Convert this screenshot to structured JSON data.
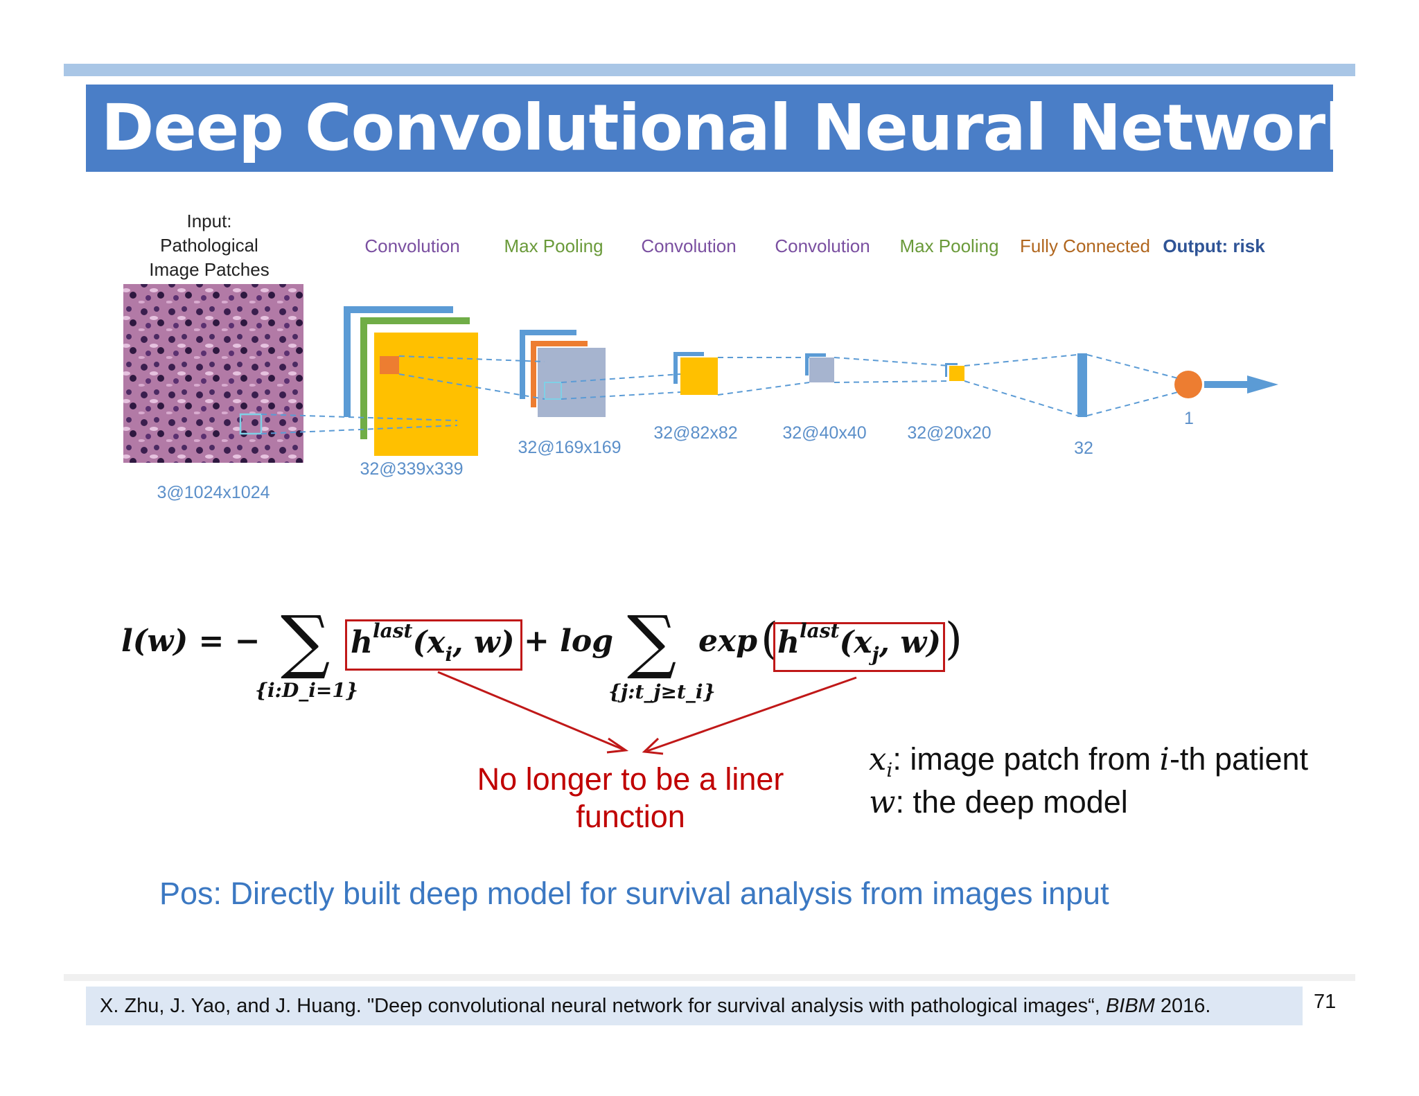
{
  "slide": {
    "title": "Deep Convolutional Neural Network",
    "page_number": "71"
  },
  "diagram": {
    "input_label_lines": [
      "Input:",
      "Pathological",
      "Image Patches"
    ],
    "stage_labels": [
      "Convolution",
      "Max Pooling",
      "Convolution",
      "Convolution",
      "Max Pooling",
      "Fully Connected",
      "Output: risk"
    ],
    "sizes": [
      "3@1024x1024",
      "32@339x339",
      "32@169x169",
      "32@82x82",
      "32@40x40",
      "32@20x20",
      "32",
      "1"
    ],
    "colors": {
      "convolution_label": "#7a4fa0",
      "pooling_label": "#6a9a3a",
      "fc_label": "#b0661e",
      "output_label": "#2f5496",
      "size_label": "#5b8fc9",
      "blue_layer": "#5b9bd5",
      "green_layer": "#70ad47",
      "yellow_layer": "#ffc000",
      "orange_layer": "#ed7d31",
      "gray_layer": "#a6b4cf",
      "output_node": "#ed7d31"
    }
  },
  "formula": {
    "lhs": "l(w) = −",
    "h": "h",
    "last": "last",
    "args_i": "(x",
    "sub_i": "i",
    "args_tail": ", w)",
    "plus_log": "+ log",
    "exp": "exp",
    "args_j": "(x",
    "sub_j": "j",
    "sum_symbol": "∑",
    "limit1": "{i:D_i=1}",
    "limit2": "{j:t_j≥t_i}"
  },
  "annotation": {
    "red_note": "No longer to be a liner function",
    "legend_xi_var": "x",
    "legend_xi_sub": "i",
    "legend_xi_text_a": ": image patch from ",
    "legend_xi_i": "i",
    "legend_xi_text_b": "-th patient",
    "legend_w_var": "w",
    "legend_w_text": ": the deep model"
  },
  "pos_text": "Pos: Directly built deep model for survival analysis from images input",
  "citation": {
    "before": "X. Zhu, J. Yao, and J. Huang. \"Deep convolutional neural network for survival analysis with pathological images“, ",
    "venue": "BIBM",
    "year": " 2016."
  }
}
